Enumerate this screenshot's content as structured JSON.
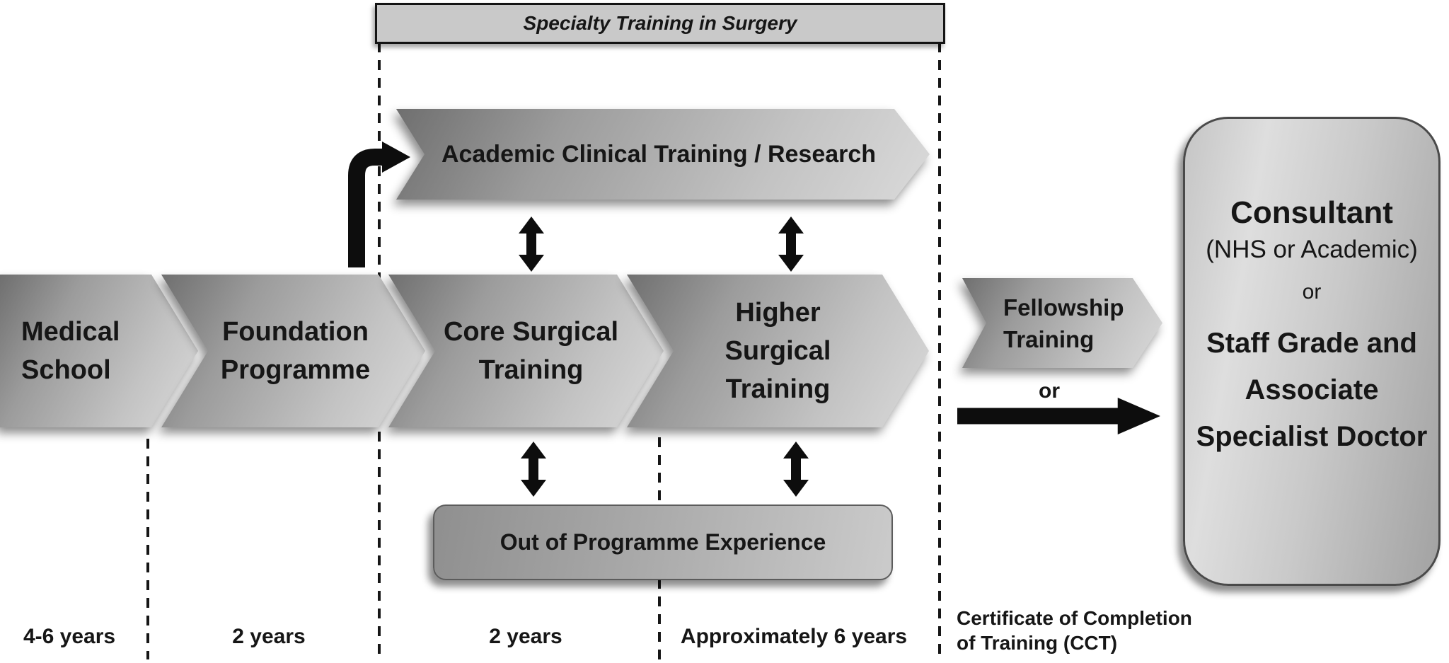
{
  "header": {
    "title": "Specialty Training in Surgery"
  },
  "stages": {
    "medical_school": {
      "label": "Medical School",
      "duration": "4-6 years"
    },
    "foundation_programme": {
      "label": "Foundation Programme",
      "duration": "2 years"
    },
    "core_surgical_training": {
      "label": "Core Surgical Training",
      "duration": "2 years"
    },
    "higher_surgical_training": {
      "label": "Higher Surgical Training",
      "duration": "Approximately 6 years"
    },
    "fellowship_training": {
      "label": "Fellowship Training"
    },
    "academic_clinical": {
      "label": "Academic Clinical Training / Research"
    },
    "out_of_programme": {
      "label": "Out of Programme Experience"
    }
  },
  "connectors": {
    "fellowship_or": "or"
  },
  "milestones": {
    "cct": "Certificate of Completion of Training (CCT)"
  },
  "outcome": {
    "title": "Consultant",
    "subtitle": "(NHS or Academic)",
    "or": "or",
    "alternative": "Staff Grade and Associate Specialist Doctor"
  },
  "colors": {
    "shape_gradient_dark": "#6f6f6f",
    "shape_gradient_light": "#dadada",
    "header_fill": "#c9c9c9",
    "connector_black": "#0d0d0d",
    "text": "#161616",
    "background": "#ffffff"
  }
}
